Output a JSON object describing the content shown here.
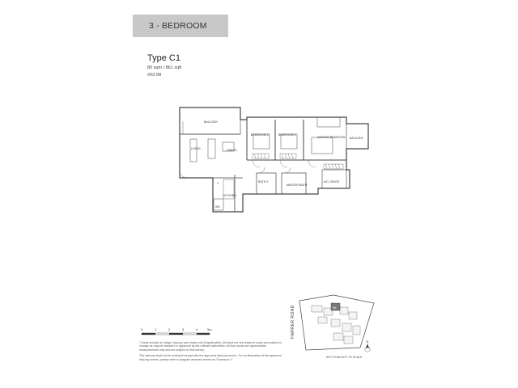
{
  "header": {
    "label": "3 - BEDROOM"
  },
  "unit": {
    "type": "Type C1",
    "area": "80 sqm / 861 sqft",
    "unit_no": "#02-08"
  },
  "rooms": {
    "balcony_left": "BALCONY",
    "living": "LIVING",
    "dining": "DINING",
    "bedroom_2": "BEDROOM 2",
    "bedroom_3": "BEDROOM 3",
    "master_bedroom": "MASTER BEDROOM",
    "balcony_right": "BALCONY",
    "kitchen": "KITCHEN",
    "yard": "Y",
    "ws": "WS",
    "bath_1": "BATH 2",
    "master_bath": "MASTER BATH",
    "ac_ledge": "A/C LEDGE"
  },
  "scale_bar": {
    "ticks": [
      "0",
      "1",
      "2",
      "3",
      "4",
      "5m"
    ]
  },
  "key_plan": {
    "road": "FARRER ROAD",
    "caption": "KEY PLAN NOT TO SCALE",
    "highlight": "08",
    "north": "N"
  },
  "notes": {
    "note_1": "* Areas include a/c ledge, balcony and strata void (if applicable). All plans are not drawn to scale and subject to change as may be required or approved by the relevant authorities. All floor areas are approximate measurements only and are subject to final survey.",
    "note_2": "The balcony shall not be enclosed except with the approved balcony screen. For an illustration of the approved balcony screen, please refer to diagram annexed hereto as \"Annexure 1\"."
  },
  "colors": {
    "header_bg": "#c8c8c8",
    "wall": "#444444",
    "highlight": "#777777"
  }
}
